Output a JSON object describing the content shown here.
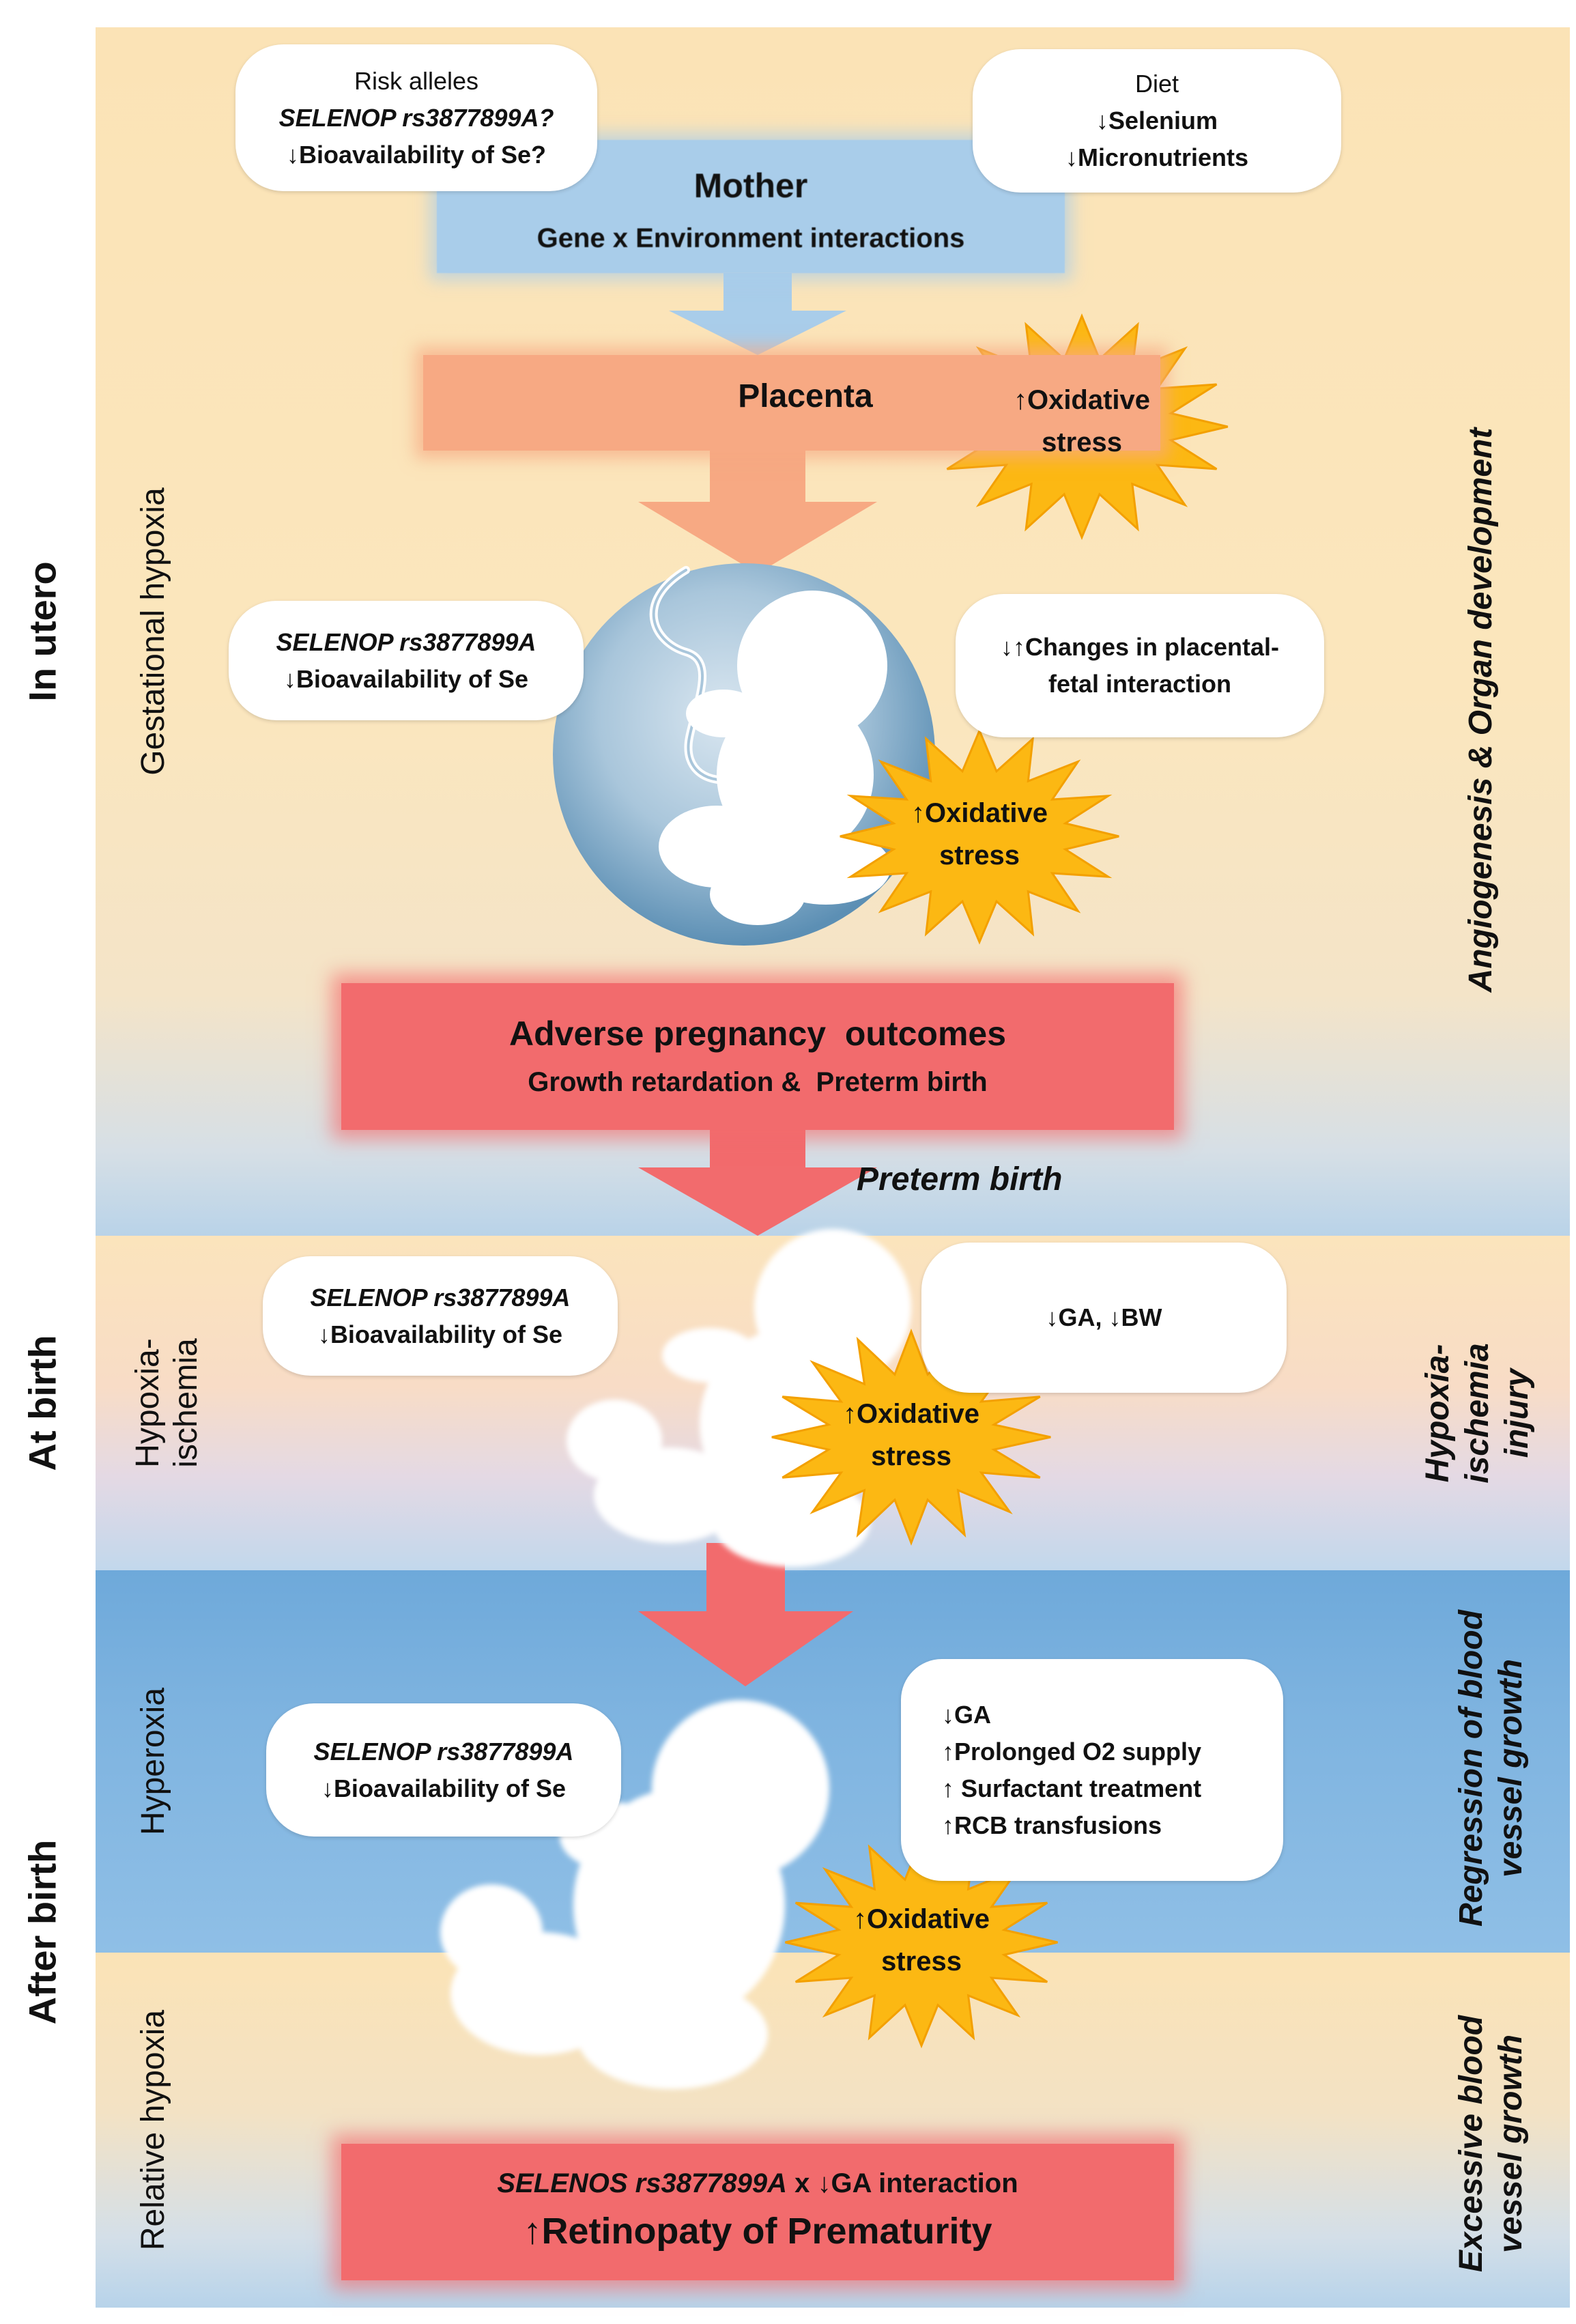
{
  "phases": {
    "in_utero": "In utero",
    "at_birth": "At birth",
    "after_birth": "After birth"
  },
  "conditions": {
    "gestational_hypoxia": "Gestational hypoxia",
    "hypoxia_ischemia_1": "Hypoxia-",
    "hypoxia_ischemia_2": "ischemia",
    "hyperoxia": "Hyperoxia",
    "relative_hypoxia": "Relative hypoxia"
  },
  "effects": {
    "angiogenesis": "Angiogenesis & Organ development",
    "hi_injury_1": "Hypoxia-",
    "hi_injury_2": "ischemia",
    "hi_injury_3": "injury",
    "regression_1": "Regression of blood",
    "regression_2": "vessel growth",
    "excessive_1": "Excessive blood",
    "excessive_2": "vessel growth"
  },
  "mother": {
    "title": "Mother",
    "subtitle": "Gene x Environment interactions"
  },
  "risk_alleles": {
    "line1": "Risk alleles",
    "line2": "SELENOP rs3877899A?",
    "line3": "↓Bioavailability of Se?"
  },
  "diet": {
    "line1": "Diet",
    "line2": "↓Selenium",
    "line3": "↓Micronutrients"
  },
  "placenta": "Placenta",
  "oxidative_stress": {
    "line1": "↑Oxidative",
    "line2": "stress"
  },
  "fetus_gene": {
    "line1": "SELENOP rs3877899A",
    "line2": "↓Bioavailability of Se"
  },
  "placental_changes": {
    "line1": "↓↑Changes in placental-",
    "line2": "fetal interaction"
  },
  "adverse": {
    "title": "Adverse pregnancy  outcomes",
    "subtitle": "Growth retardation &  Preterm birth"
  },
  "preterm_birth": "Preterm birth",
  "birth_gene": {
    "line1": "SELENOP rs3877899A",
    "line2": "↓Bioavailability of Se"
  },
  "birth_factors": "↓GA, ↓BW",
  "after_gene": {
    "line1": "SELENOP rs3877899A",
    "line2": "↓Bioavailability of Se"
  },
  "after_factors": {
    "line1": "↓GA",
    "line2": "↑Prolonged O2 supply",
    "line3": "↑ Surfactant treatment",
    "line4": "↑RCB transfusions"
  },
  "rop": {
    "line1_italic": "SELENOS rs3877899A",
    "line1_rest": " x ↓GA interaction",
    "title": "↑Retinopaty of Prematurity"
  },
  "colors": {
    "mother_box": "#a9cdea",
    "placenta_bar": "#f7a983",
    "outcome_box": "#f26b6d",
    "star_fill": "#fcb813",
    "hyperoxia_band": "#7fb4e0"
  }
}
